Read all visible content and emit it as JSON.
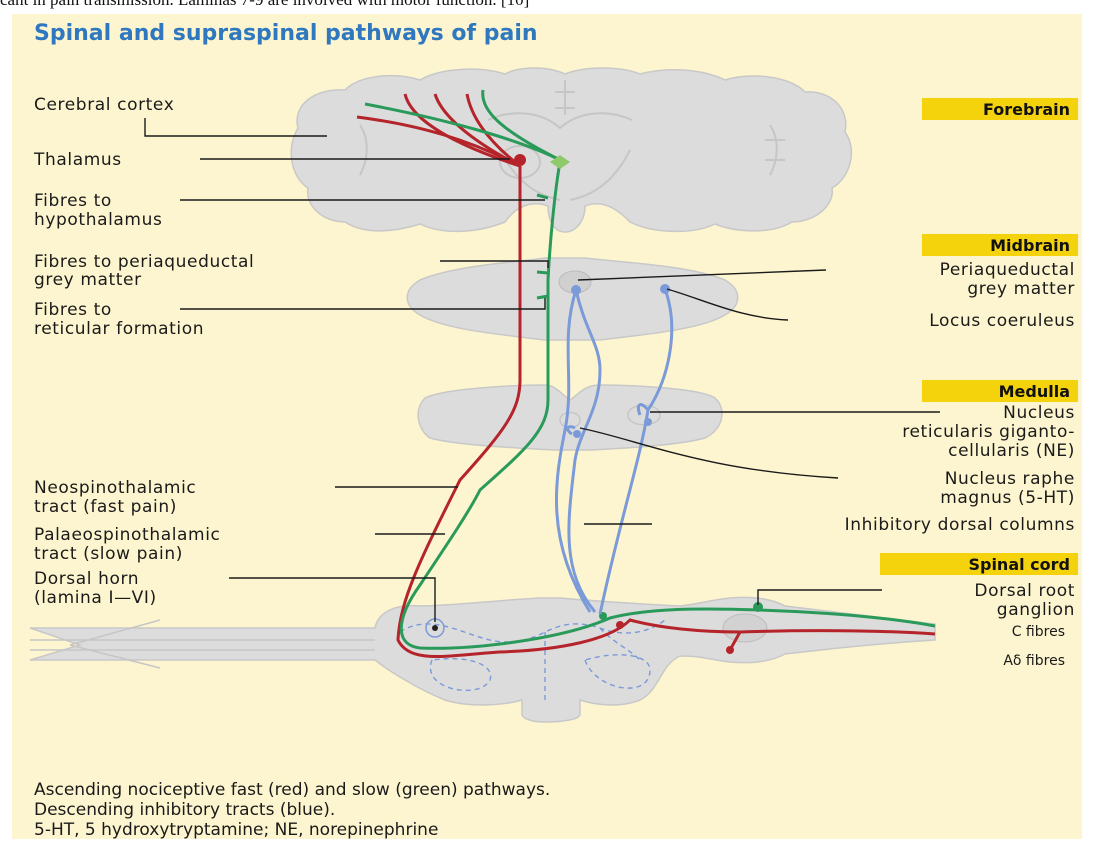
{
  "top_caption": "cant in pain transmission. Laminas 7-9 are involved with motor function. [10]",
  "title": "Spinal and supraspinal pathways of pain",
  "regions": {
    "forebrain": "Forebrain",
    "midbrain": "Midbrain",
    "medulla": "Medulla",
    "spinal_cord": "Spinal cord"
  },
  "labels": {
    "cerebral_cortex": "Cerebral cortex",
    "thalamus": "Thalamus",
    "fibres_hypothalamus_1": "Fibres to",
    "fibres_hypothalamus_2": "hypothalamus",
    "fibres_pag_1": "Fibres to periaqueductal",
    "fibres_pag_2": "grey matter",
    "fibres_reticular_1": "Fibres to",
    "fibres_reticular_2": "reticular formation",
    "pag_1": "Periaqueductal",
    "pag_2": "grey matter",
    "locus_coeruleus": "Locus coeruleus",
    "nrg_1": "Nucleus",
    "nrg_2": "reticularis giganto-",
    "nrg_3": "cellularis (NE)",
    "nrm_1": "Nucleus raphe",
    "nrm_2": "magnus (5-HT)",
    "inhibitory": "Inhibitory dorsal columns",
    "neo_1": "Neospinothalamic",
    "neo_2": "tract (fast pain)",
    "palaeo_1": "Palaeospinothalamic",
    "palaeo_2": "tract (slow pain)",
    "dorsal_horn_1": "Dorsal horn",
    "dorsal_horn_2": "(lamina I—VI)",
    "drg_1": "Dorsal root",
    "drg_2": "ganglion",
    "c_fibres": "C fibres",
    "ad_fibres": "Aδ fibres"
  },
  "caption": {
    "line1": "Ascending nociceptive fast (red) and slow (green) pathways.",
    "line2": "Descending inhibitory tracts (blue).",
    "line3": "5-HT, 5 hydroxytryptamine; NE, norepinephrine"
  },
  "colors": {
    "title": "#2f78c0",
    "region_badge": "#f4d20c",
    "fast_pathway": "#b5242a",
    "slow_pathway": "#2a9a5a",
    "inhibitory": "#7b9ad8",
    "background": "#fdf5cf"
  }
}
